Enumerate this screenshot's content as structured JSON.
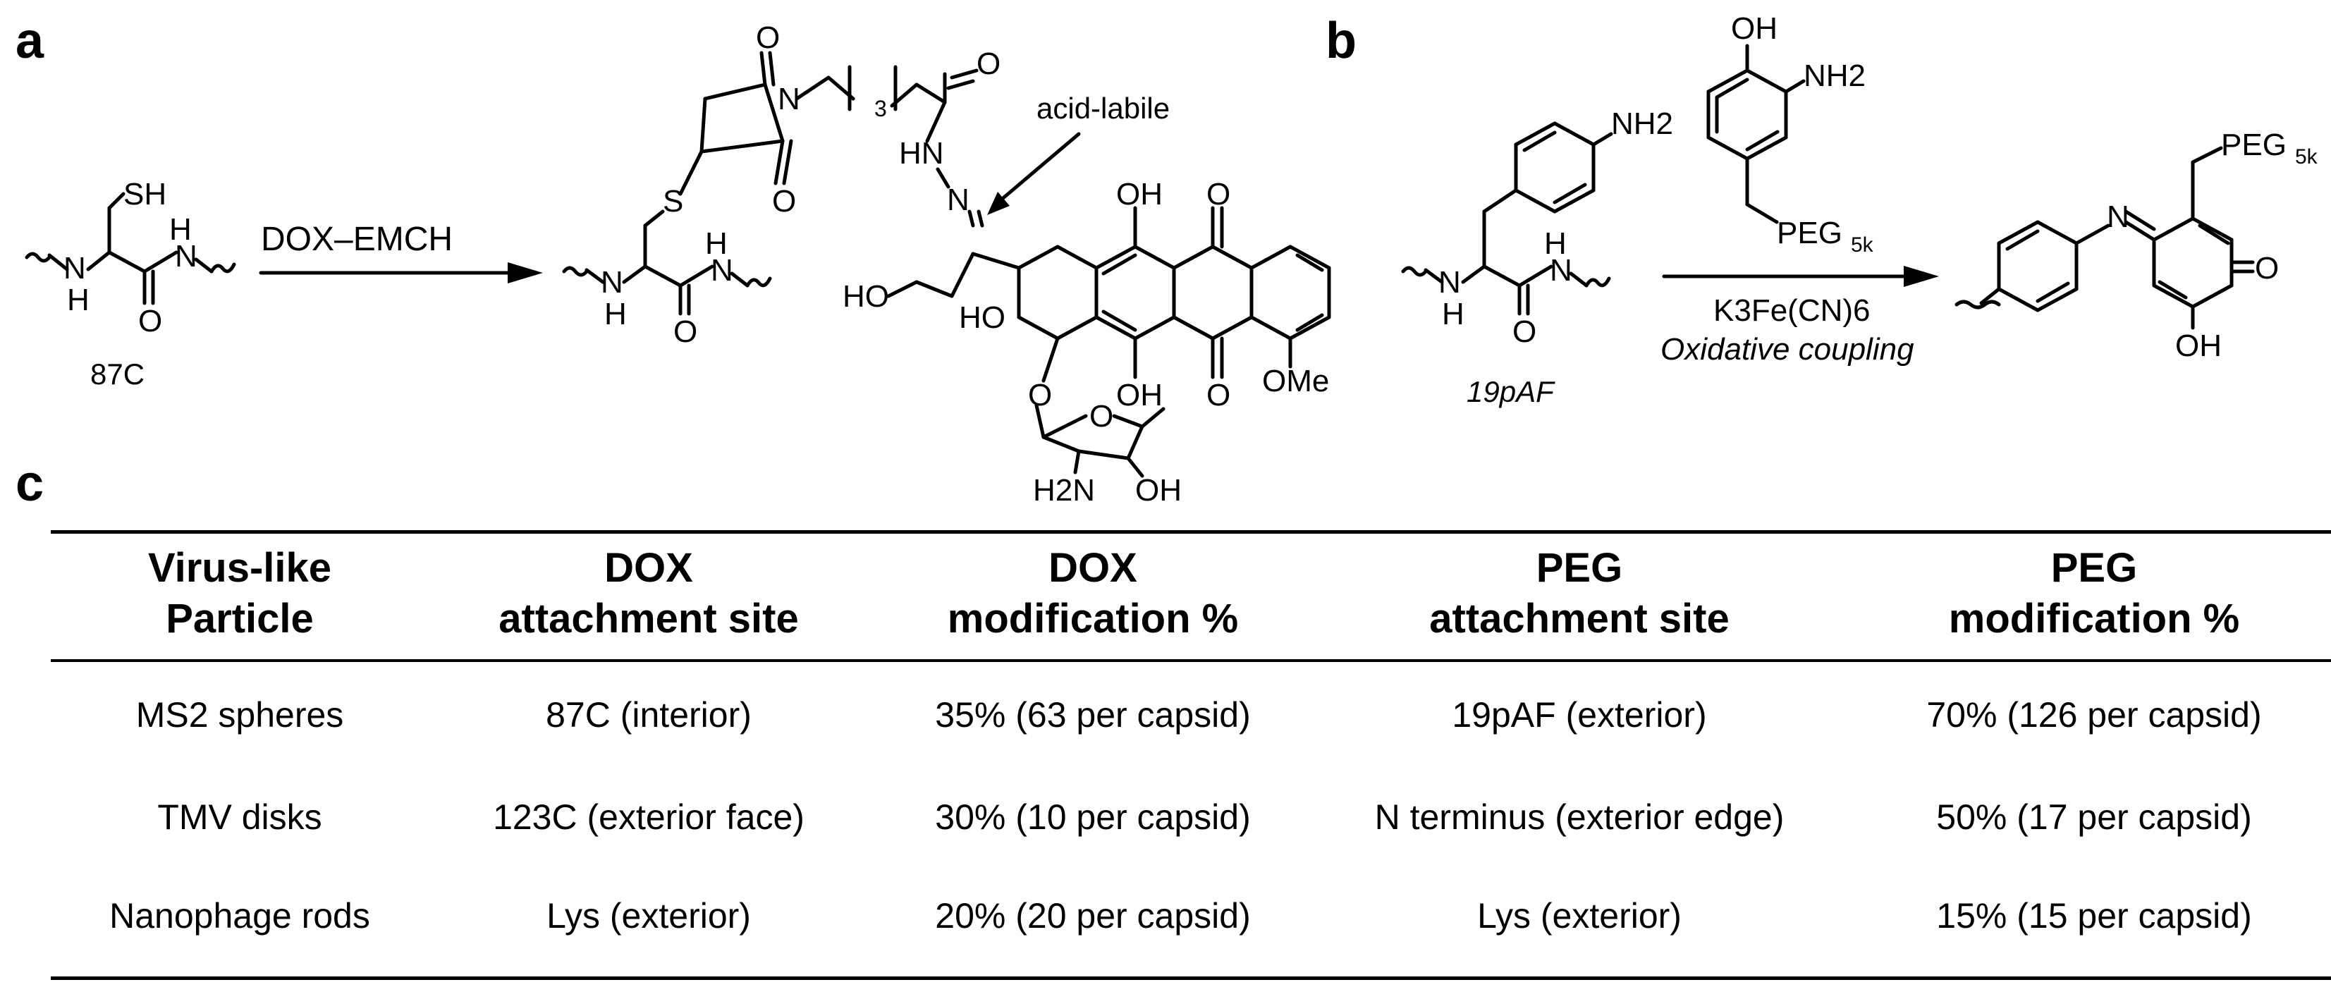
{
  "panels": {
    "a": "a",
    "b": "b",
    "c": "c"
  },
  "scheme_a": {
    "reactant_label": "87C",
    "reagent": "DOX–EMCH",
    "annotation": "acid-labile",
    "atoms": {
      "SH": "SH",
      "S": "S",
      "H": "H",
      "N": "N",
      "O": "O",
      "HN": "HN",
      "HO": "HO",
      "OH": "OH",
      "OMe": "OMe",
      "H2N": "H2N",
      "subscript_3": "3"
    }
  },
  "scheme_b": {
    "reactant_label": "19pAF",
    "reagent_line1": "K3Fe(CN)6",
    "reagent_line2": "Oxidative coupling",
    "atoms": {
      "NH2": "NH2",
      "OH": "OH",
      "PEG": "PEG",
      "PEG_sub": "5k",
      "N": "N",
      "H": "H",
      "O": "O"
    }
  },
  "table": {
    "headers": [
      {
        "line1": "Virus-like",
        "line2": "Particle"
      },
      {
        "line1": "DOX",
        "line2": "attachment site"
      },
      {
        "line1": "DOX",
        "line2": "modification %"
      },
      {
        "line1": "PEG",
        "line2": "attachment site"
      },
      {
        "line1": "PEG",
        "line2": "modification %"
      }
    ],
    "rows": [
      [
        "MS2 spheres",
        "87C (interior)",
        "35% (63 per capsid)",
        "19pAF (exterior)",
        "70% (126 per capsid)"
      ],
      [
        "TMV disks",
        "123C (exterior face)",
        "30% (10 per capsid)",
        "N terminus (exterior edge)",
        "50% (17 per capsid)"
      ],
      [
        "Nanophage rods",
        "Lys (exterior)",
        "20% (20 per capsid)",
        "Lys (exterior)",
        "15% (15 per capsid)"
      ]
    ]
  }
}
